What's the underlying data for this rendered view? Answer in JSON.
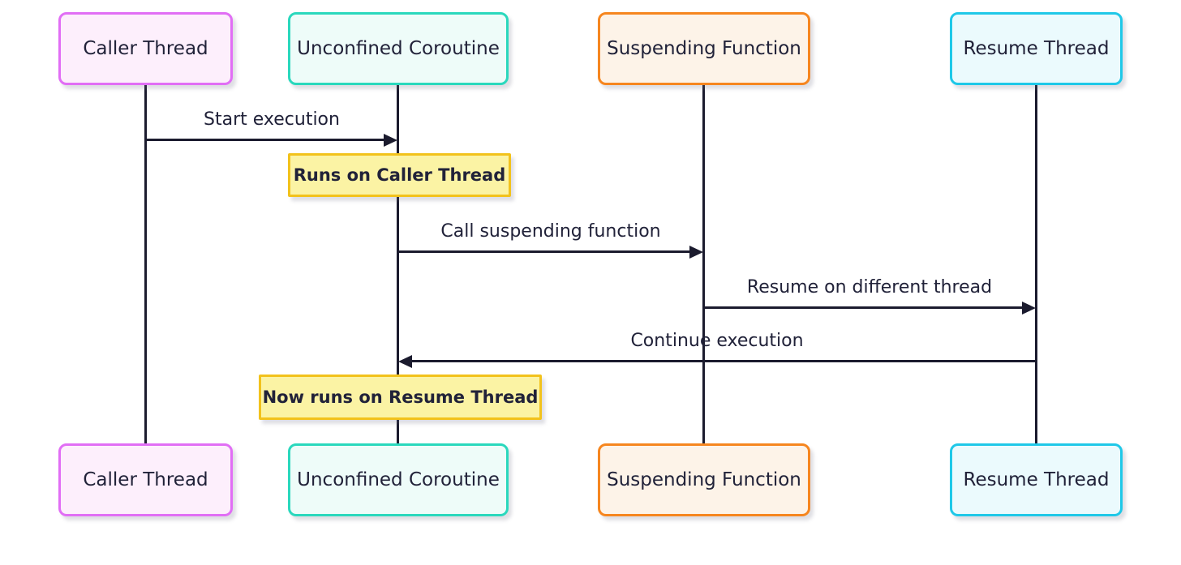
{
  "diagram": {
    "type": "sequence-diagram",
    "background_color": "#ffffff",
    "line_color": "#1b1b2e",
    "text_color": "#212239",
    "participants": [
      {
        "label": "Caller Thread",
        "border_color": "#e16ef5",
        "fill_color": "#fdeffc"
      },
      {
        "label": "Unconfined Coroutine",
        "border_color": "#2ad8bd",
        "fill_color": "#eefcf9"
      },
      {
        "label": "Suspending Function",
        "border_color": "#f6861f",
        "fill_color": "#fdf3e8"
      },
      {
        "label": "Resume Thread",
        "border_color": "#1fc8e8",
        "fill_color": "#ebfafd"
      }
    ],
    "messages": [
      {
        "from": "Caller Thread",
        "to": "Unconfined Coroutine",
        "direction": "right",
        "label": "Start execution"
      },
      {
        "from": "Unconfined Coroutine",
        "to": "Suspending Function",
        "direction": "right",
        "label": "Call suspending function"
      },
      {
        "from": "Suspending Function",
        "to": "Resume Thread",
        "direction": "right",
        "label": "Resume on different thread"
      },
      {
        "from": "Resume Thread",
        "to": "Unconfined Coroutine",
        "direction": "left",
        "label": "Continue execution"
      }
    ],
    "notes": [
      {
        "over": "Unconfined Coroutine",
        "label": "Runs on Caller Thread",
        "fill_color": "#fbf3a4",
        "border_color": "#f2c21c"
      },
      {
        "over": "Unconfined Coroutine",
        "label": "Now runs on Resume Thread",
        "fill_color": "#fbf3a4",
        "border_color": "#f2c21c"
      }
    ]
  }
}
